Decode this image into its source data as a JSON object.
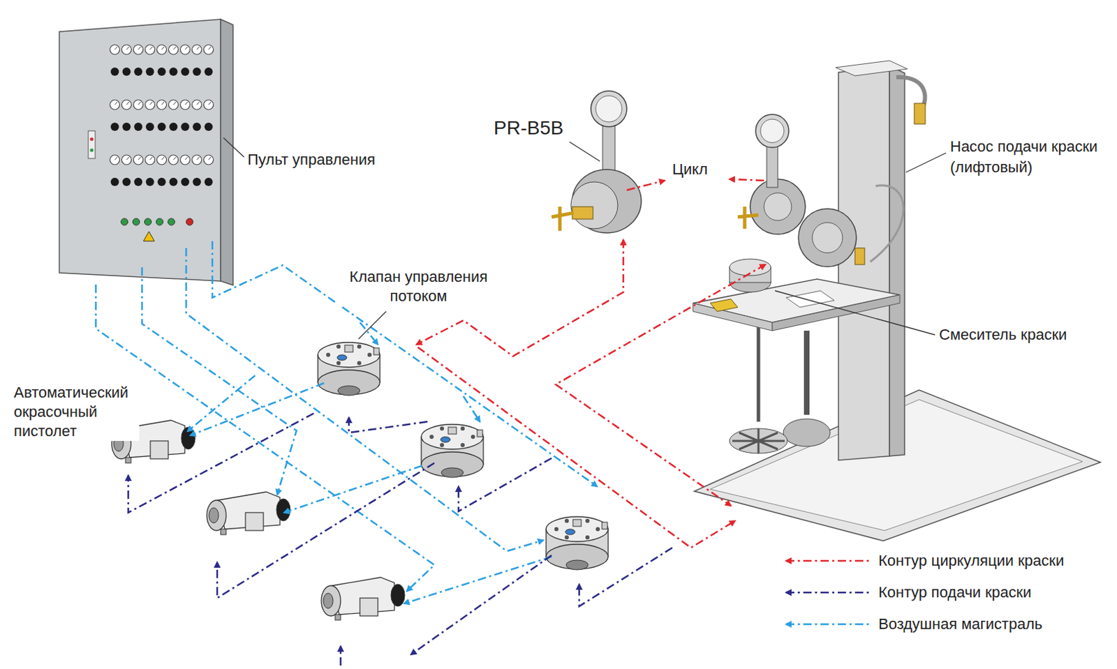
{
  "diagram": {
    "labels": [
      "Пульт управления",
      "PR-B5B",
      "Цикл",
      "Насос подачи краски (лифтовый)",
      "Клапан управления потоком",
      "Автоматический окрасочный пистолет",
      "Смеситель краски"
    ],
    "legend": [
      {
        "text": "Контур циркуляции краски"
      },
      {
        "text": "Контур подачи краски"
      },
      {
        "text": "Воздушная магистраль"
      }
    ]
  }
}
